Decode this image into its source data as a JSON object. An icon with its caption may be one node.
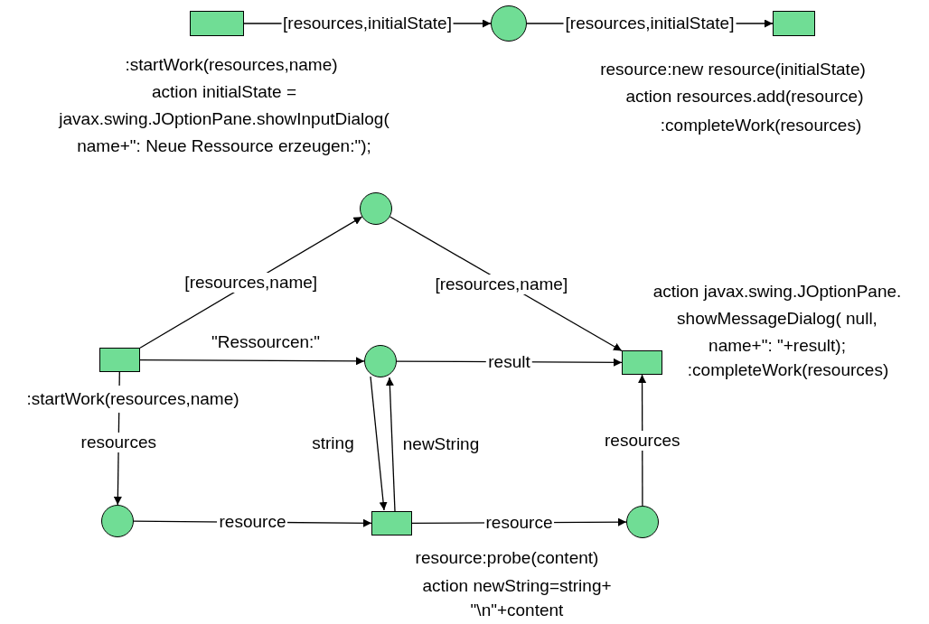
{
  "diagram": {
    "nodes": [
      {
        "text": [],
        "shape": "box",
        "beside": [
          ":startWork(resources,name)",
          "action initialState = javax.swing.JOptionPane.showInputDialog( name+\": Neue Ressource erzeugen:\");"
        ]
      },
      {
        "text": [],
        "shape": "circle"
      },
      {
        "text": [],
        "shape": "box",
        "beside": [
          "resource:new resource(initialState)",
          "action resources.add(resource)",
          ":completeWork(resources)"
        ]
      },
      {
        "text": [],
        "shape": "circle"
      },
      {
        "text": [],
        "shape": "box",
        "beside": [
          ":startWork(resources,name)"
        ]
      },
      {
        "text": [],
        "shape": "circle"
      },
      {
        "text": [],
        "shape": "box",
        "beside": [
          "action javax.swing.JOptionPane. showMessageDialog( null, name+\": \"+result);",
          ":completeWork(resources)"
        ]
      },
      {
        "text": [],
        "shape": "circle"
      },
      {
        "text": [],
        "shape": "box",
        "beside": [
          "resource:probe(content)",
          "action newString=string+ \"\\n\"+content"
        ]
      },
      {
        "text": [],
        "shape": "circle"
      }
    ],
    "edges": [
      {
        "from": 0,
        "to": 1,
        "arrow": "to",
        "label": "[resources,initialState]"
      },
      {
        "from": 1,
        "to": 2,
        "arrow": "to",
        "label": "[resources,initialState]"
      },
      {
        "from": 4,
        "to": 3,
        "arrow": "to",
        "label": "[resources,name]"
      },
      {
        "from": 3,
        "to": 6,
        "arrow": "to",
        "label": "[resources,name]"
      },
      {
        "from": 4,
        "to": 5,
        "arrow": "to",
        "label": "\"Ressourcen:\""
      },
      {
        "from": 5,
        "to": 6,
        "arrow": "to",
        "label": "result"
      },
      {
        "from": 4,
        "to": 7,
        "arrow": "to",
        "label": "resources"
      },
      {
        "from": 7,
        "to": 8,
        "arrow": "to",
        "label": "resource"
      },
      {
        "from": 5,
        "to": 8,
        "arrow": "to",
        "label": "string"
      },
      {
        "from": 8,
        "to": 5,
        "arrow": "to",
        "label": "newString"
      },
      {
        "from": 8,
        "to": 9,
        "arrow": "to",
        "label": "resource"
      },
      {
        "from": 9,
        "to": 6,
        "arrow": "to",
        "label": "resources"
      }
    ]
  }
}
